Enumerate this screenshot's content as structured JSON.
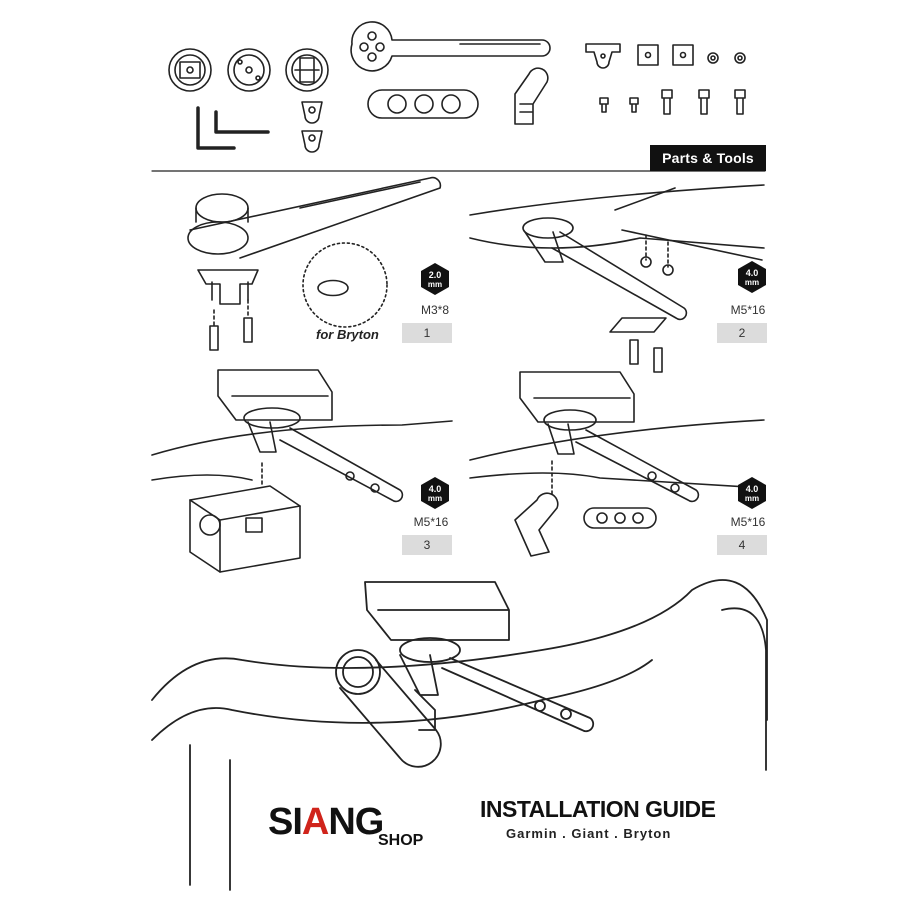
{
  "header": {
    "parts_tools_label": "Parts & Tools"
  },
  "steps": [
    {
      "number": "1",
      "tool_size": "2.0",
      "tool_unit": "mm",
      "bolt": "M3*8",
      "note": "for Bryton"
    },
    {
      "number": "2",
      "tool_size": "4.0",
      "tool_unit": "mm",
      "bolt": "M5*16"
    },
    {
      "number": "3",
      "tool_size": "4.0",
      "tool_unit": "mm",
      "bolt": "M5*16"
    },
    {
      "number": "4",
      "tool_size": "4.0",
      "tool_unit": "mm",
      "bolt": "M5*16"
    }
  ],
  "footer": {
    "logo_part1": "SI",
    "logo_part2": "A",
    "logo_part3": "NG",
    "logo_shop": "SHOP",
    "guide_title": "INSTALLATION GUIDE",
    "guide_subtitle": "Garmin . Giant . Bryton"
  },
  "colors": {
    "accent": "#d0241b",
    "ink": "#111111",
    "step_box": "#dcdcdc"
  }
}
